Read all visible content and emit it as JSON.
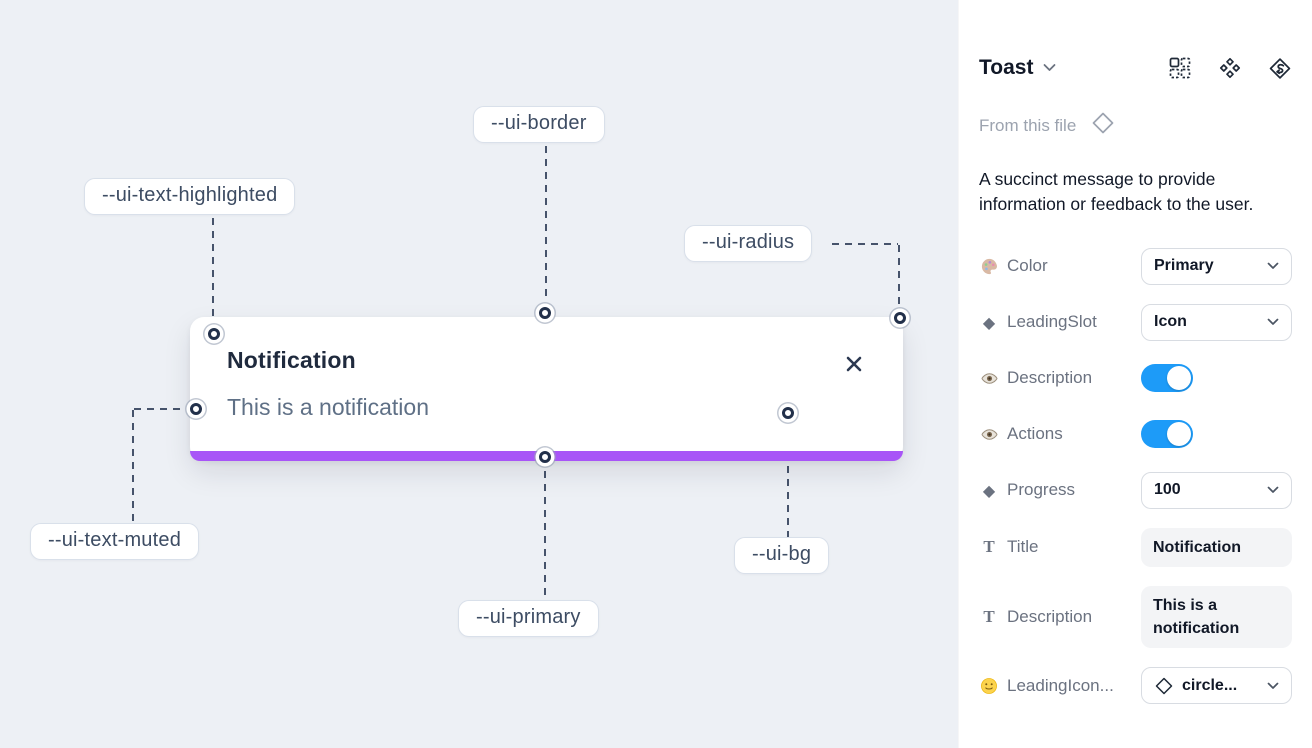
{
  "canvas": {
    "toast": {
      "title": "Notification",
      "description": "This is a notification"
    },
    "labels": {
      "border": {
        "text": "--ui-border"
      },
      "text_highlighted": {
        "text": "--ui-text-highlighted"
      },
      "radius": {
        "text": "--ui-radius"
      },
      "text_muted": {
        "text": "--ui-text-muted"
      },
      "primary": {
        "text": "--ui-primary"
      },
      "bg": {
        "text": "--ui-bg"
      }
    },
    "colors": {
      "canvas_bg": "#edf0f5",
      "primary_bar": "#a855f7",
      "title_text": "#1f2a3d",
      "muted_text": "#5f7086",
      "dashed_line": "#46536b"
    }
  },
  "panel": {
    "title": "Toast",
    "source_label": "From this file",
    "description": "A succinct message to provide information or feedback to the user.",
    "toggle_color": "#1d9bf8",
    "rows": [
      {
        "icon": "palette-icon",
        "label": "Color",
        "control": "select",
        "value": "Primary"
      },
      {
        "icon": "diamond-icon",
        "label": "LeadingSlot",
        "control": "select",
        "value": "Icon"
      },
      {
        "icon": "eye-icon",
        "label": "Description",
        "control": "toggle",
        "value": "on"
      },
      {
        "icon": "eye-icon",
        "label": "Actions",
        "control": "toggle",
        "value": "on"
      },
      {
        "icon": "diamond-icon",
        "label": "Progress",
        "control": "select",
        "value": "100"
      },
      {
        "icon": "text-icon",
        "label": "Title",
        "control": "textfield",
        "value": "Notification"
      },
      {
        "icon": "text-icon",
        "label": "Description",
        "control": "textfield",
        "value": "This is a notification"
      },
      {
        "icon": "smiley-icon",
        "label": "LeadingIcon...",
        "control": "select-icon",
        "value": "circle..."
      }
    ]
  }
}
